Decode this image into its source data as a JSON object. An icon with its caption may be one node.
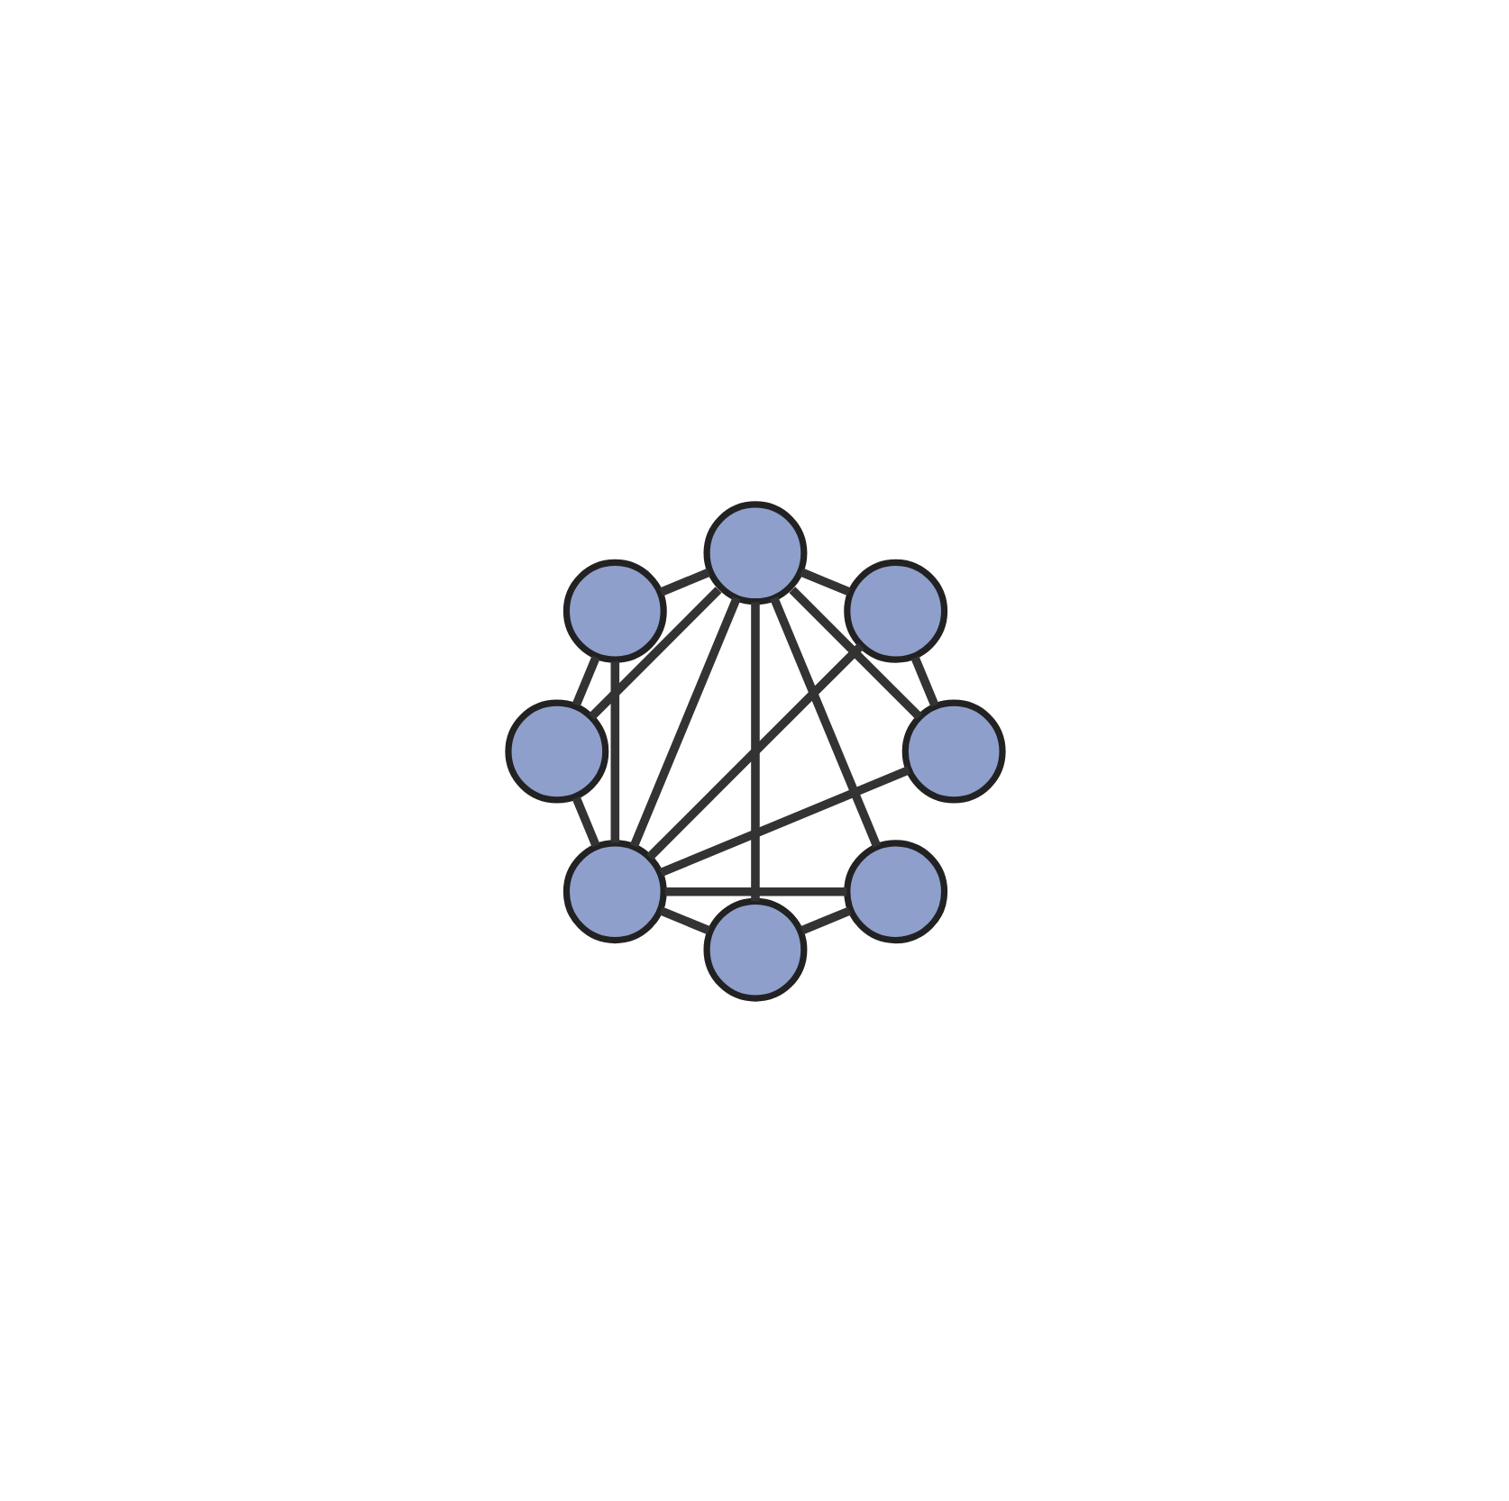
{
  "diagram": {
    "nodes": [
      {
        "text": [],
        "shape": "circle"
      },
      {
        "text": [],
        "shape": "circle"
      },
      {
        "text": [],
        "shape": "circle"
      },
      {
        "text": [],
        "shape": "circle"
      },
      {
        "text": [],
        "shape": "circle"
      },
      {
        "text": [],
        "shape": "circle"
      },
      {
        "text": [],
        "shape": "circle"
      },
      {
        "text": [],
        "shape": "circle"
      }
    ],
    "edges": [
      {
        "from": 0,
        "to": 1,
        "arrow": "none"
      },
      {
        "from": 0,
        "to": 2,
        "arrow": "none"
      },
      {
        "from": 0,
        "to": 6,
        "arrow": "none"
      },
      {
        "from": 1,
        "to": 2,
        "arrow": "none"
      },
      {
        "from": 1,
        "to": 3,
        "arrow": "none"
      },
      {
        "from": 1,
        "to": 4,
        "arrow": "none"
      },
      {
        "from": 1,
        "to": 5,
        "arrow": "none"
      },
      {
        "from": 1,
        "to": 6,
        "arrow": "none"
      },
      {
        "from": 1,
        "to": 7,
        "arrow": "none"
      },
      {
        "from": 2,
        "to": 6,
        "arrow": "none"
      },
      {
        "from": 3,
        "to": 4,
        "arrow": "none"
      },
      {
        "from": 3,
        "to": 6,
        "arrow": "none"
      },
      {
        "from": 4,
        "to": 6,
        "arrow": "none"
      },
      {
        "from": 5,
        "to": 6,
        "arrow": "none"
      },
      {
        "from": 5,
        "to": 7,
        "arrow": "none"
      },
      {
        "from": 6,
        "to": 7,
        "arrow": "none"
      }
    ]
  }
}
